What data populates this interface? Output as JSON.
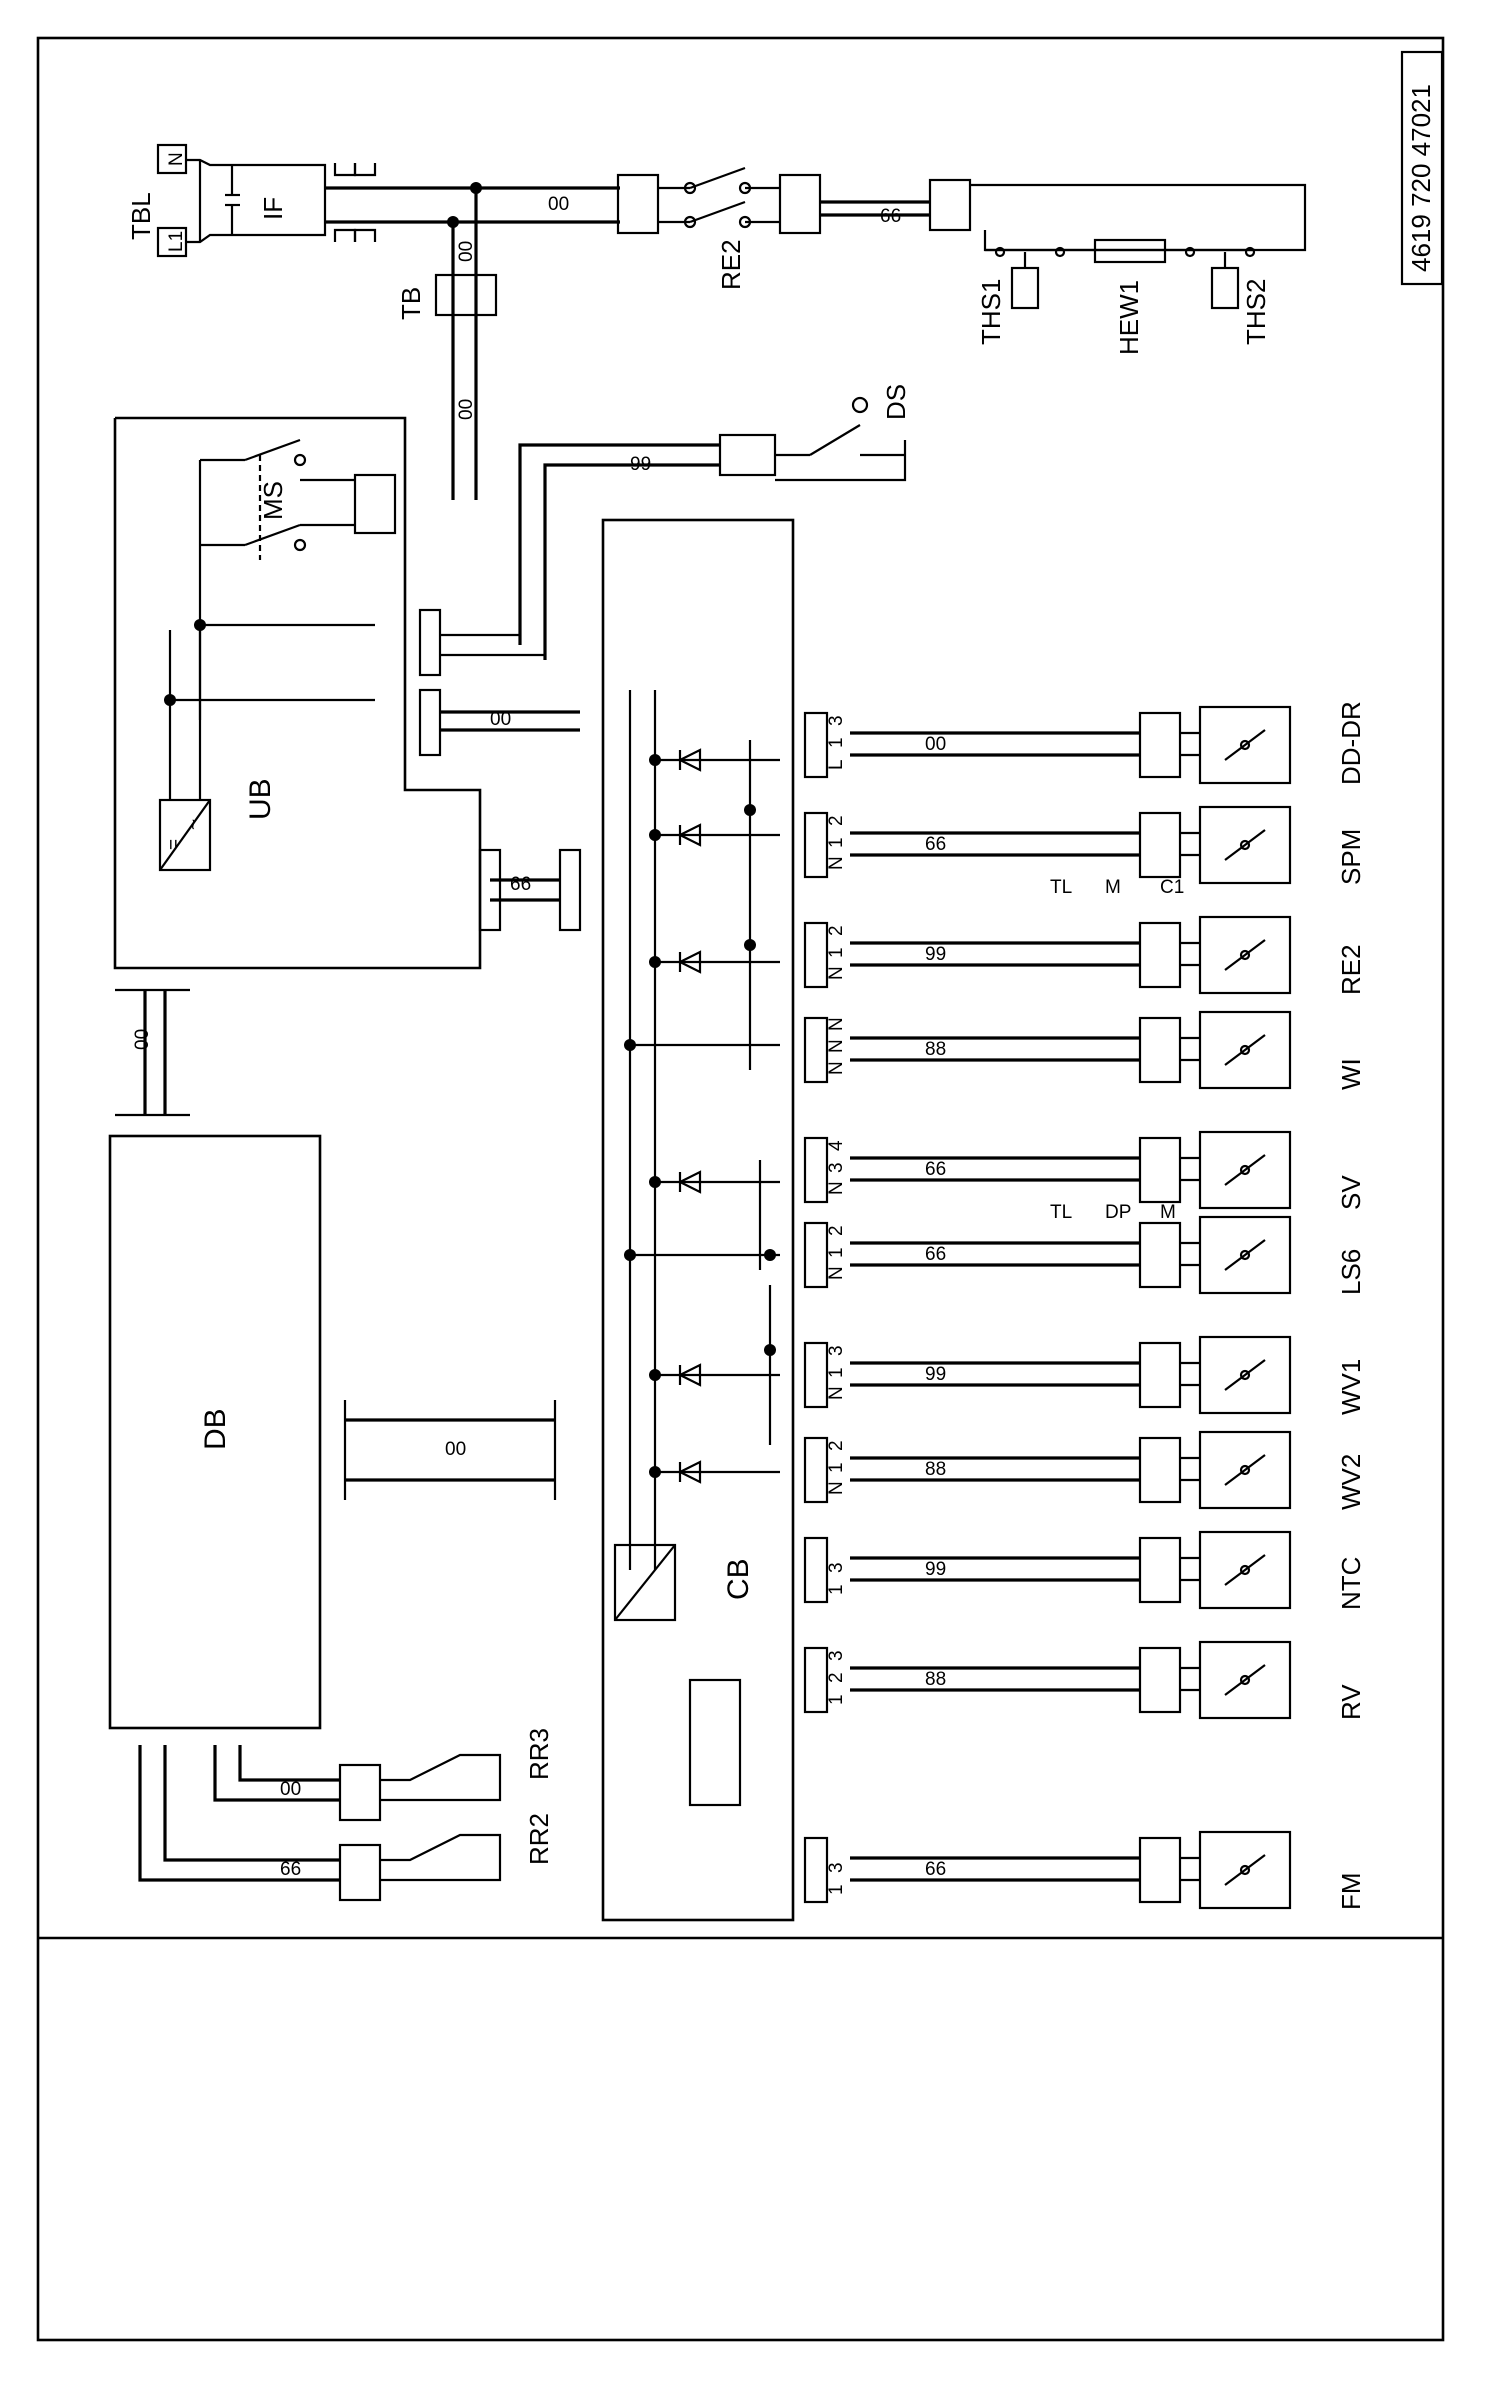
{
  "document": {
    "code": "4619 720 47021"
  },
  "top_circuit": {
    "terminal_labels": [
      "TBL",
      "N",
      "L1",
      "IF",
      "TB",
      "RE2",
      "THS1",
      "HEW1",
      "THS2",
      "DS",
      "MS"
    ],
    "wire_codes": [
      "00",
      "00",
      "66",
      "00",
      "99"
    ]
  },
  "boards": {
    "ub": "UB",
    "db": "DB",
    "cb": "CB"
  },
  "components": [
    {
      "label": "DD-DR",
      "wire": "00",
      "pins": [
        "L",
        "1",
        "3"
      ]
    },
    {
      "label": "SPM",
      "wire": "66",
      "pins": [
        "N",
        "1",
        "2"
      ],
      "extra": [
        "TL",
        "M",
        "C1"
      ]
    },
    {
      "label": "RE2",
      "wire": "99",
      "pins": [
        "N",
        "1",
        "2"
      ]
    },
    {
      "label": "WI",
      "wire": "88",
      "pins": [
        "N",
        "N",
        "N"
      ]
    },
    {
      "label": "SV",
      "wire": "66",
      "pins": [
        "N",
        "3",
        "4"
      ],
      "extra": [
        "TL",
        "DP",
        "M"
      ]
    },
    {
      "label": "LS6",
      "wire": "66",
      "pins": [
        "N",
        "1",
        "2"
      ]
    },
    {
      "label": "WV1",
      "wire": "99",
      "pins": [
        "N",
        "1",
        "3"
      ]
    },
    {
      "label": "WV2",
      "wire": "88",
      "pins": [
        "N",
        "1",
        "2"
      ]
    },
    {
      "label": "NTC",
      "wire": "99",
      "pins": [
        "1",
        "3"
      ]
    },
    {
      "label": "RV",
      "wire": "88",
      "pins": [
        "1",
        "2",
        "3"
      ]
    },
    {
      "label": "FM",
      "wire": "66",
      "pins": [
        "1",
        "3"
      ]
    }
  ],
  "left_links": [
    {
      "label": "RR3",
      "wire": "00"
    },
    {
      "label": "RR2",
      "wire": "66"
    }
  ],
  "board_links": {
    "ub_cb_wire": "66",
    "ub_db_wire": "00",
    "db_cb_wire": "00",
    "ub_top_wire": "00"
  }
}
